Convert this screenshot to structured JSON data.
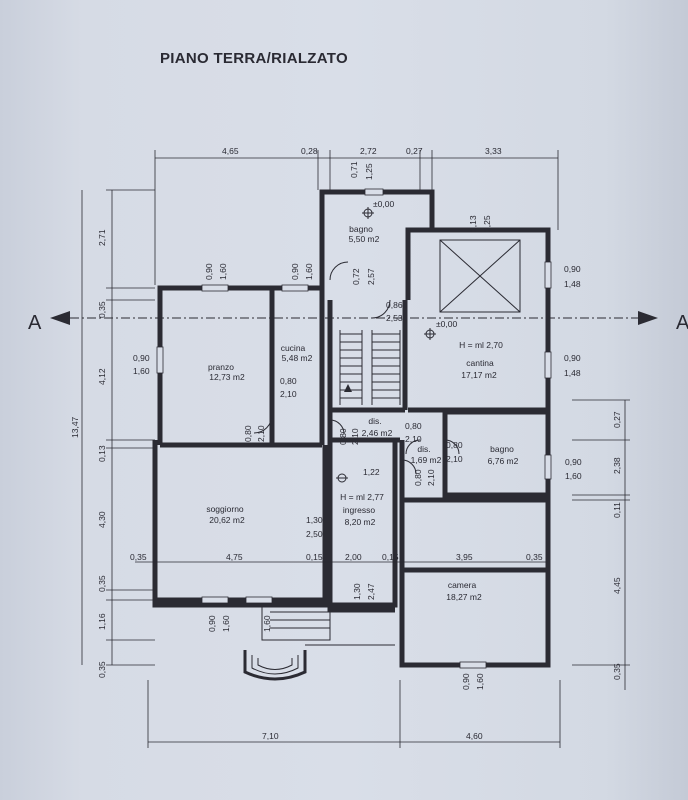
{
  "title": "PIANO TERRA/RIALZATO",
  "section_marker": "A",
  "rooms": {
    "bagno1": {
      "name": "bagno",
      "area": "5,50 m2"
    },
    "cucina": {
      "name": "cucina",
      "area": "5,48 m2"
    },
    "pranzo": {
      "name": "pranzo",
      "area": "12,73 m2"
    },
    "cantina": {
      "name": "cantina",
      "area": "17,17 m2",
      "height": "H = ml 2,70"
    },
    "dis1": {
      "name": "dis.",
      "area": "2,46 m2"
    },
    "dis2": {
      "name": "dis.",
      "area": "1,69 m2"
    },
    "bagno2": {
      "name": "bagno",
      "area": "6,76 m2"
    },
    "soggiorno": {
      "name": "soggiorno",
      "area": "20,62 m2"
    },
    "ingresso": {
      "name": "ingresso",
      "area": "8,20 m2",
      "height": "H = ml 2,77"
    },
    "camera": {
      "name": "camera",
      "area": "18,27 m2"
    }
  },
  "levels": {
    "bagno": "±0,00",
    "cantina": "±0,00"
  },
  "dims_top": [
    "4,65",
    "0,28",
    "2,72",
    "0,27",
    "3,33"
  ],
  "dims_top_small": [
    "0,71",
    "1,25"
  ],
  "dims_left": [
    "2,71",
    "0,35",
    "4,12",
    "0,13",
    "4,30",
    "0,35",
    "1,16",
    "0,35"
  ],
  "dim_total_height": "13,47",
  "dims_right": [
    "0,27",
    "2,38",
    "0,11",
    "4,45",
    "0,35"
  ],
  "dims_bottom": [
    "7,10",
    "4,60"
  ],
  "openings": {
    "w_pranzo_a": [
      "0,90",
      "1,60"
    ],
    "w_pranzo_b": [
      "0,90",
      "1,60"
    ],
    "w_pranzo_left": [
      "0,90",
      "1,60"
    ],
    "d_cucina": [
      "0,80",
      "2,10"
    ],
    "d_pranzo": [
      "0,80",
      "2,10"
    ],
    "d_bagno1": [
      "0,72",
      "2,57"
    ],
    "d_cantina": [
      "0,86",
      "2,53"
    ],
    "w_cantina_a": [
      "0,90",
      "1,48"
    ],
    "w_cantina_b": [
      "0,90",
      "1,48"
    ],
    "lucernario": [
      "2,13",
      "2,25"
    ],
    "d_dis1_a": [
      "0,80",
      "2,10"
    ],
    "d_dis1_b": [
      "0,80",
      "2,10"
    ],
    "d_bagno2": [
      "0,80",
      "2,10"
    ],
    "d_dis2": [
      "0,80",
      "2,10"
    ],
    "w_bagno2": [
      "0,90",
      "1,60"
    ],
    "ingresso_w": "1,22",
    "d_ingresso": [
      "1,30",
      "2,50"
    ],
    "d_small": [
      "1,30",
      "2,47"
    ],
    "w_sogg_bottom_a": [
      "0,90",
      "1,60"
    ],
    "w_sogg_bottom_b": [
      "1,60"
    ],
    "w_camera": [
      "0,90",
      "1,60"
    ]
  },
  "inner_dims": {
    "sogg_left_035": "0,35",
    "sogg_w": "4,75",
    "sogg_015": "0,15",
    "ingr_w": "2,00",
    "ingr_015": "0,15",
    "cam_w": "3,95",
    "cam_035": "0,35"
  }
}
